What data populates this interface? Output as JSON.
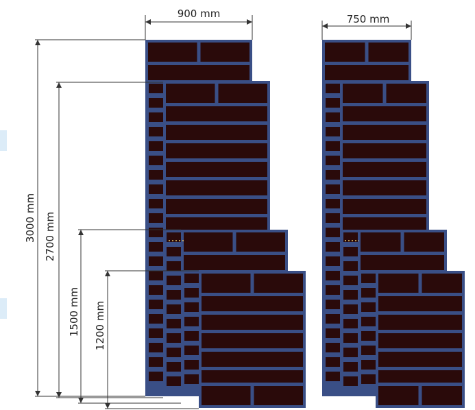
{
  "dimensions": {
    "width_large": "900 mm",
    "width_small": "750 mm",
    "height_3000": "3000 mm",
    "height_2700": "2700 mm",
    "height_1500": "1500 mm",
    "height_1200": "1200 mm"
  },
  "colors": {
    "frame": "#3a4f86",
    "panel": "#2a0a0a",
    "dimension_line": "#333333",
    "side_tint": "#dcecf8"
  }
}
